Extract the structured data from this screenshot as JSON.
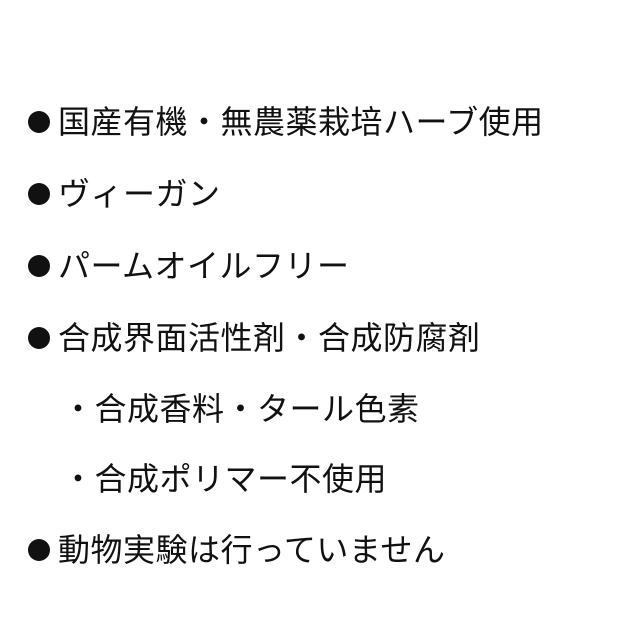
{
  "features": {
    "item1": "国産有機・無農薬栽培ハーブ使用",
    "item2": "ヴィーガン",
    "item3": "パームオイルフリー",
    "item4": "合成界面活性剤・合成防腐剤",
    "item4_sub1": "・合成香料・タール色素",
    "item4_sub2": "・合成ポリマー不使用",
    "item5": "動物実験は行っていません"
  },
  "colors": {
    "text": "#111111",
    "background": "#ffffff"
  }
}
